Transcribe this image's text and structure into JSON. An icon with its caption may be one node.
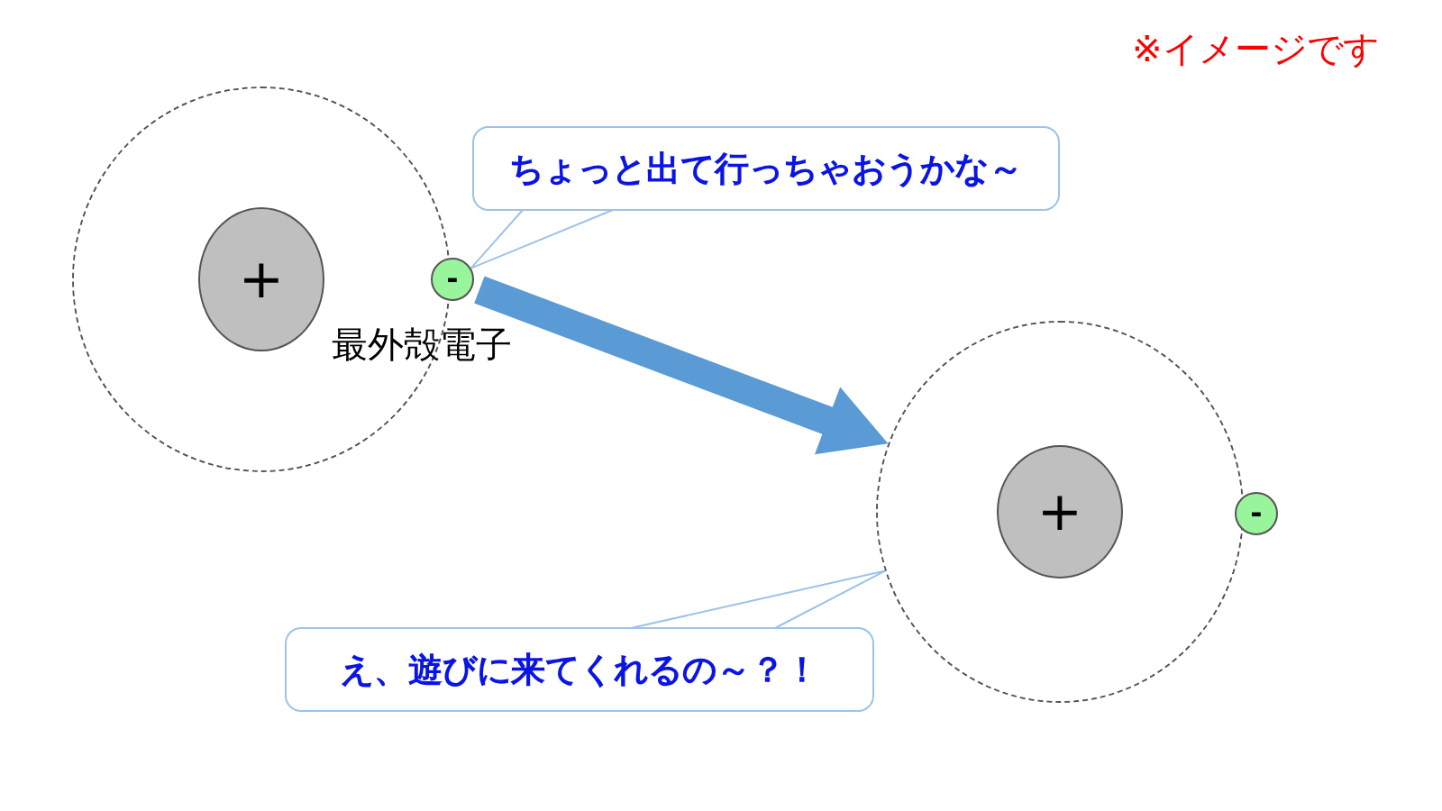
{
  "diagram": {
    "nodes": [
      {
        "text": [],
        "shape": "circle"
      },
      {
        "text": [
          "+"
        ],
        "in": 0
      },
      {
        "text": [
          "-"
        ],
        "beside": [
          "最外殻電子"
        ]
      },
      {
        "text": [
          "ちょっと出て行っちゃおうかな～"
        ]
      },
      {
        "text": [],
        "shape": "circle"
      },
      {
        "text": [
          "+"
        ],
        "in": 4
      },
      {
        "text": [
          "-"
        ]
      },
      {
        "text": [
          "え、遊びに来てくれるの～？！"
        ]
      }
    ],
    "edges": [
      {
        "from": 2,
        "to": 4,
        "arrow": "to",
        "style": "thick",
        "color": "#5b9bd5"
      },
      {
        "from": 3,
        "to": 2,
        "arrow": "none"
      },
      {
        "from": 7,
        "to": 4,
        "arrow": "none"
      }
    ],
    "labels": [
      "※イメージです"
    ]
  }
}
